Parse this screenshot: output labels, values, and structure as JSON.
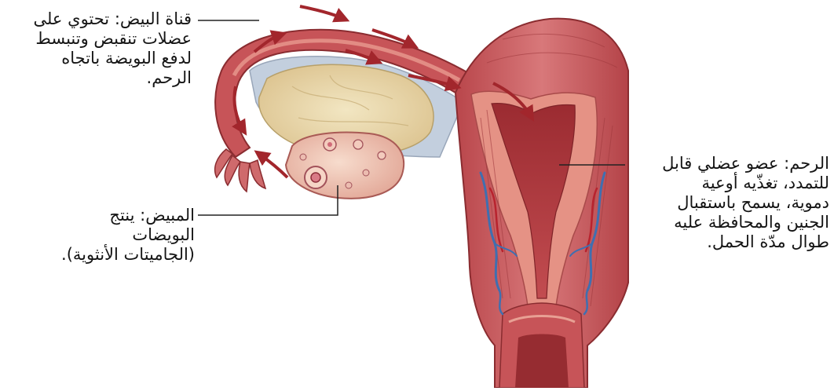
{
  "labels": {
    "fallopian_tube": {
      "lines": [
        "قناة البيض: تحتوي على",
        "عضلات تنقبض وتنبسط",
        "لدفع البويضة باتجاه",
        "الرحم."
      ]
    },
    "ovary": {
      "lines": [
        "المبيض: ينتج",
        "البويضات",
        "(الجاميتات الأنثوية)."
      ]
    },
    "uterus": {
      "lines": [
        "الرحم: عضو عضلي قابل",
        "للتمدد، تغذّيه أوعية",
        "دموية، يسمح باستقبال",
        "الجنين والمحافظة عليه",
        "طوال مدّة الحمل."
      ]
    }
  },
  "colors": {
    "muscle": "#c9555a",
    "muscle_dark": "#8e2f33",
    "lining": "#e79a8e",
    "cavity": "#a9353a",
    "ovary": "#f0c9b8",
    "ovary_stroma": "#e9d9a8",
    "vein": "#3f6fb0",
    "artery": "#b8232e",
    "arrow": "#a2262c",
    "leader": "#222222"
  }
}
